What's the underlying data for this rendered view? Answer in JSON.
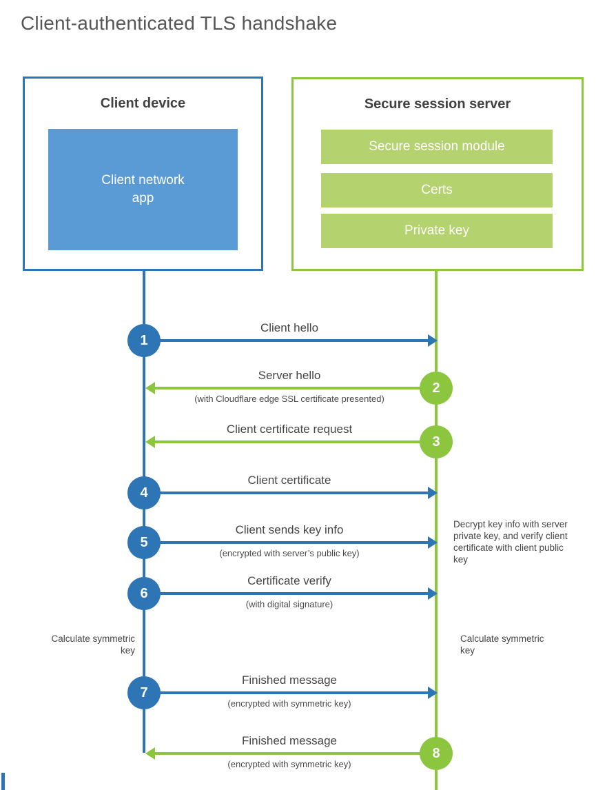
{
  "title": "Client-authenticated TLS handshake",
  "client_box": {
    "title": "Client device",
    "app_label": "Client network app"
  },
  "server_box": {
    "title": "Secure session server",
    "modules": [
      "Secure session module",
      "Certs",
      "Private key"
    ]
  },
  "steps": [
    {
      "number": "1",
      "from": "client",
      "to": "server",
      "label": "Client hello",
      "sublabel": ""
    },
    {
      "number": "2",
      "from": "server",
      "to": "client",
      "label": "Server hello",
      "sublabel": "(with Cloudflare edge SSL certificate presented)"
    },
    {
      "number": "3",
      "from": "server",
      "to": "client",
      "label": "Client certificate request",
      "sublabel": ""
    },
    {
      "number": "4",
      "from": "client",
      "to": "server",
      "label": "Client certificate",
      "sublabel": ""
    },
    {
      "number": "5",
      "from": "client",
      "to": "server",
      "label": "Client sends key info",
      "sublabel": "(encrypted with server’s public key)"
    },
    {
      "number": "6",
      "from": "client",
      "to": "server",
      "label": "Certificate verify",
      "sublabel": "(with digital signature)"
    },
    {
      "number": "7",
      "from": "client",
      "to": "server",
      "label": "Finished message",
      "sublabel": "(encrypted with symmetric key)"
    },
    {
      "number": "8",
      "from": "server",
      "to": "client",
      "label": "Finished message",
      "sublabel": "(encrypted with symmetric key)"
    }
  ],
  "annotations": {
    "client_calculate": "Calculate symmetric key",
    "server_calculate": "Calculate symmetric key",
    "server_decrypt_note": "Decrypt key info with server private key, and verify client certificate with client public key"
  },
  "colors": {
    "client_accent": "#2e75b6",
    "client_fill": "#5b9bd5",
    "server_accent": "#8cc63e",
    "server_fill": "#b4d36e"
  }
}
